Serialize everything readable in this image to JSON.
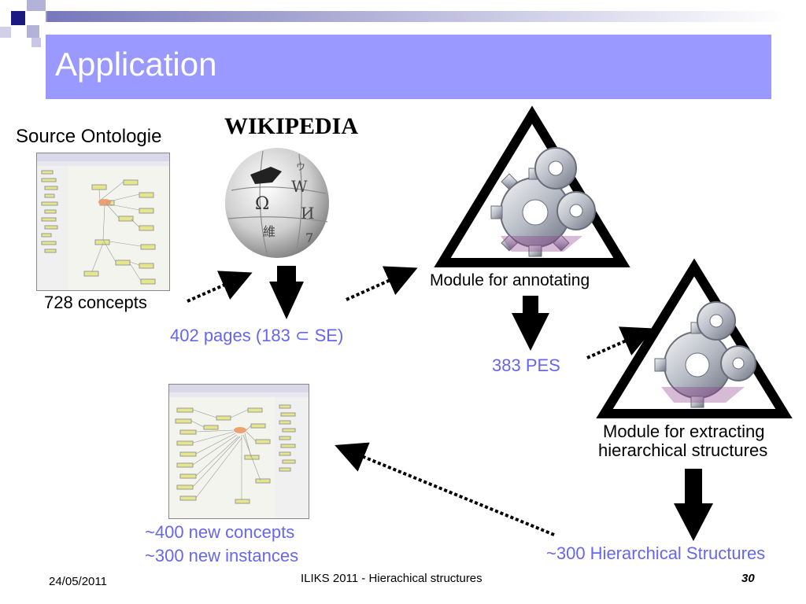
{
  "slide": {
    "title": "Application",
    "source_label": "Source Ontologie",
    "wikipedia_logo": "WIKIPEDIA",
    "source_count": "728 concepts",
    "pages_prefix": "402 pages (183",
    "pages_subset_symbol": "⊂",
    "pages_suffix": "SE)",
    "module_annotating": "Module for annotating",
    "pes_count": "383 PES",
    "module_extracting_line1": "Module for extracting",
    "module_extracting_line2": "hierarchical structures",
    "new_concepts": "~400 new concepts",
    "new_instances": "~300 new instances",
    "hier_structures": "~300 Hierarchical Structures"
  },
  "footer": {
    "date": "24/05/2011",
    "center": "ILIKS 2011 - Hierachical structures",
    "page_number": "30"
  },
  "colors": {
    "title_bar": "#9999ff",
    "blue_text": "#6666ee",
    "dark_square": "#1a1a80",
    "light_square": "#9999cc"
  }
}
